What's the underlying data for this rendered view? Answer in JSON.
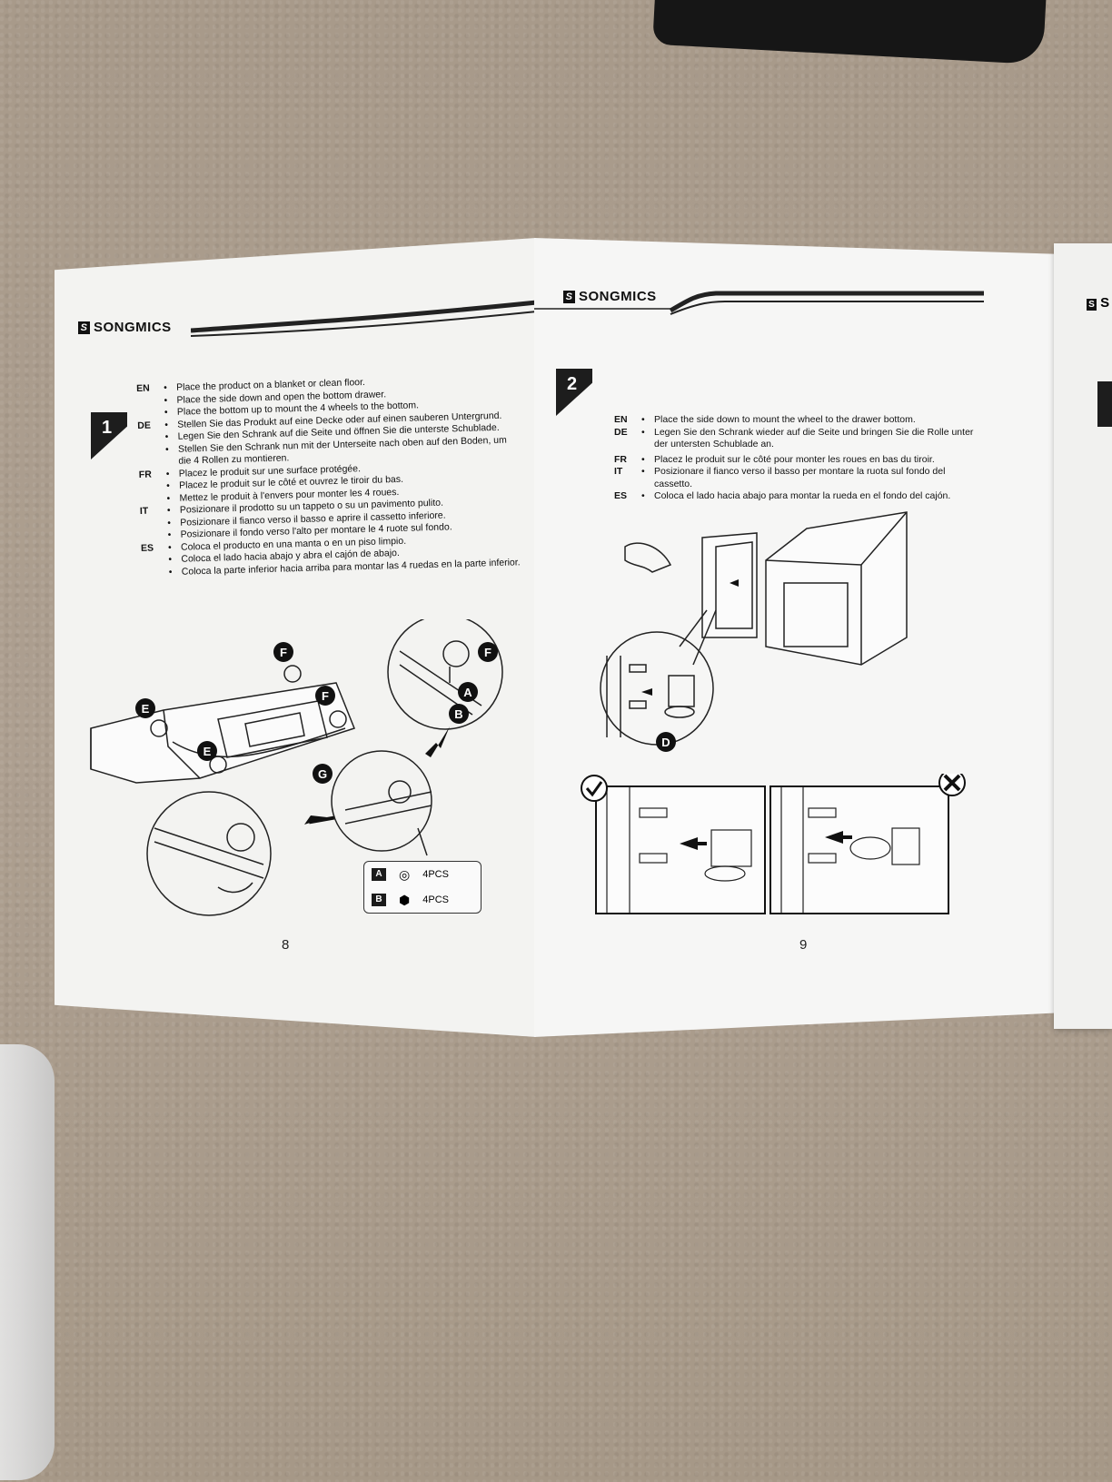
{
  "brand": "SONGMICS",
  "left_page": {
    "step": "1",
    "page_number": "8",
    "instructions": [
      {
        "lang": "EN",
        "lines": [
          "Place the product on a blanket or clean floor.",
          "Place the side down and open the bottom drawer.",
          "Place the bottom up to mount the 4 wheels to the bottom."
        ]
      },
      {
        "lang": "DE",
        "lines": [
          "Stellen Sie das Produkt auf eine Decke oder auf einen sauberen Untergrund.",
          "Legen Sie den Schrank auf die Seite und öffnen Sie die unterste Schublade.",
          "Stellen Sie den Schrank nun mit der Unterseite nach oben auf den Boden, um die 4 Rollen zu montieren."
        ]
      },
      {
        "lang": "FR",
        "lines": [
          "Placez le produit sur une surface protégée.",
          "Placez le produit sur le côté et ouvrez le tiroir du bas.",
          "Mettez le produit à l'envers pour monter les 4 roues."
        ]
      },
      {
        "lang": "IT",
        "lines": [
          "Posizionare il prodotto su un tappeto o su un pavimento pulito.",
          "Posizionare il fianco verso il basso e aprire il cassetto inferiore.",
          "Posizionare il fondo verso l'alto per montare le 4 ruote sul fondo."
        ]
      },
      {
        "lang": "ES",
        "lines": [
          "Coloca el producto en una manta o en un piso limpio.",
          "Coloca el lado hacia abajo y abra el cajón de abajo.",
          "Coloca la parte inferior hacia arriba para montar las 4 ruedas en la parte inferior."
        ]
      }
    ],
    "labels": {
      "e": "E",
      "f": "F",
      "g": "G",
      "a": "A",
      "b": "B"
    },
    "parts": [
      {
        "id": "A",
        "qty": "4PCS"
      },
      {
        "id": "B",
        "qty": "4PCS"
      }
    ]
  },
  "right_page": {
    "step": "2",
    "page_number": "9",
    "instructions": [
      {
        "lang": "EN",
        "text": "Place the side down to mount the wheel to the drawer bottom."
      },
      {
        "lang": "DE",
        "text": "Legen Sie den Schrank wieder auf die Seite und bringen Sie die Rolle unter der untersten Schublade an."
      },
      {
        "lang": "FR",
        "text": "Placez le produit sur le côté pour monter les roues en bas du tiroir."
      },
      {
        "lang": "IT",
        "text": "Posizionare il fianco verso il basso per montare la ruota sul fondo del cassetto."
      },
      {
        "lang": "ES",
        "text": "Coloca el lado hacia abajo para montar la rueda en el fondo del cajón."
      }
    ],
    "labels": {
      "d": "D"
    },
    "icons": {
      "correct": "check-icon",
      "wrong": "cross-icon"
    }
  },
  "partial_page": {
    "brand_fragment": "S"
  }
}
